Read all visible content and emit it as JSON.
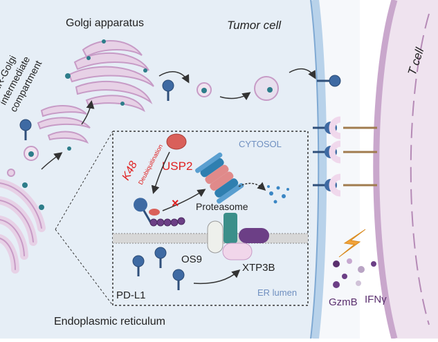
{
  "labels": {
    "golgi": "Golgi apparatus",
    "tumor_cell": "Tumor cell",
    "er_golgi_1": "ER-Golgi",
    "er_golgi_2": "intermediate",
    "er_golgi_3": "compartment",
    "t_cell": "T cell",
    "cytosol": "CYTOSOL",
    "k48": "K48",
    "deubiquitination": "Deubiquitination",
    "usp2": "USP2",
    "proteasome": "Proteasome",
    "os9": "OS9",
    "xtp3b": "XTP3B",
    "pdl1": "PD-L1",
    "er_lumen": "ER lumen",
    "er": "Endoplasmic reticulum",
    "gzmb": "GzmB",
    "ifng": "IFNγ"
  },
  "colors": {
    "cytoplasm": "#e6eef6",
    "membrane": "#9dc1e2",
    "tcell": "#efe3ef",
    "tcell_membrane": "#c9a7cc",
    "organelle": "#e7d1e6",
    "organelle_stroke": "#c79bc6",
    "pdl1": "#3e6aa3",
    "usp2": "#d9605a",
    "accent_red": "#e02020",
    "purple": "#6c3f86",
    "label_blue": "#6f8fc0"
  }
}
